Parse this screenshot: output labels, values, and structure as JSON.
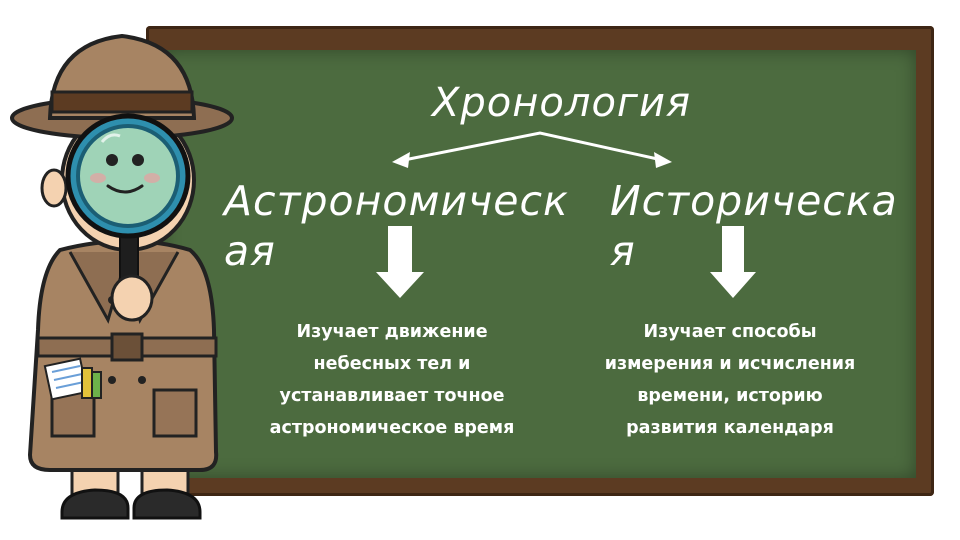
{
  "board": {
    "title": "Хронология",
    "left": {
      "heading_line1": "Астрономическ",
      "heading_line2": "ая",
      "description": [
        "Изучает движение",
        "небесных тел и",
        "устанавливает точное",
        "астрономическое время"
      ]
    },
    "right": {
      "heading_line1": "Историческа",
      "heading_line2": "я",
      "description": [
        "Изучает способы",
        "измерения и исчисления",
        "времени, историю",
        "развития календаря"
      ]
    }
  },
  "colors": {
    "board_green": "#4c6b3f",
    "frame_brown": "#5c3b22",
    "chalk_white": "#ffffff",
    "coat_brown": "#a78463"
  },
  "illustration": {
    "character": "detective-with-magnifying-glass-icon"
  }
}
